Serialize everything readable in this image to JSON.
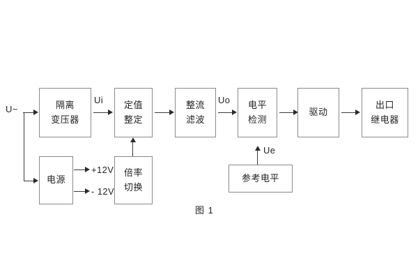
{
  "diagram": {
    "title": "图 1",
    "input_label": "U~",
    "blocks": [
      {
        "id": "isolation-transformer",
        "lines": [
          "隔离",
          "变压器"
        ]
      },
      {
        "id": "power-supply",
        "lines": [
          "电源"
        ]
      },
      {
        "id": "setting-value",
        "lines": [
          "定值",
          "整定"
        ]
      },
      {
        "id": "multiplier-switch",
        "lines": [
          "倍率",
          "切换"
        ]
      },
      {
        "id": "rectify-filter",
        "lines": [
          "整流",
          "滤波"
        ]
      },
      {
        "id": "level-detection",
        "lines": [
          "电平",
          "检测"
        ]
      },
      {
        "id": "driver",
        "lines": [
          "驱动"
        ]
      },
      {
        "id": "output-relay",
        "lines": [
          "出口",
          "继电器"
        ]
      },
      {
        "id": "reference-level",
        "lines": [
          "参考电平"
        ]
      }
    ],
    "signals": {
      "ui": "Ui",
      "uo": "Uo",
      "ue": "Ue",
      "supply_positive": "+12V",
      "supply_negative": "- 12V"
    },
    "colors": {
      "box_border": "#8a8a8a",
      "line": "#3a3a3a",
      "text": "#231f20",
      "background": "#ffffff"
    }
  }
}
